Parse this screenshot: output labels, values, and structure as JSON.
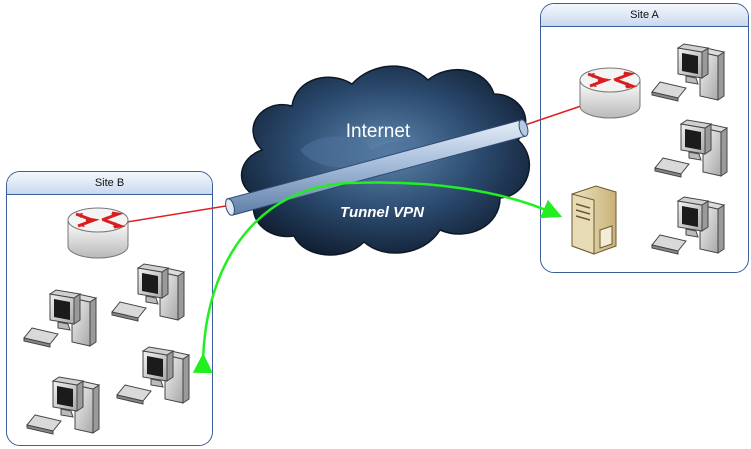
{
  "site_a": {
    "title": "Site A"
  },
  "site_b": {
    "title": "Site B"
  },
  "cloud": {
    "label": "Internet",
    "color": "#1c3350"
  },
  "tunnel": {
    "label": "Tunnel VPN",
    "color": "#9fb6d6"
  },
  "links": {
    "wan_color": "#e02020",
    "vpn_arrow_color": "#22ee22"
  },
  "icons": [
    "router-icon",
    "workstation-icon",
    "server-icon",
    "cloud-icon",
    "pipe-icon"
  ]
}
